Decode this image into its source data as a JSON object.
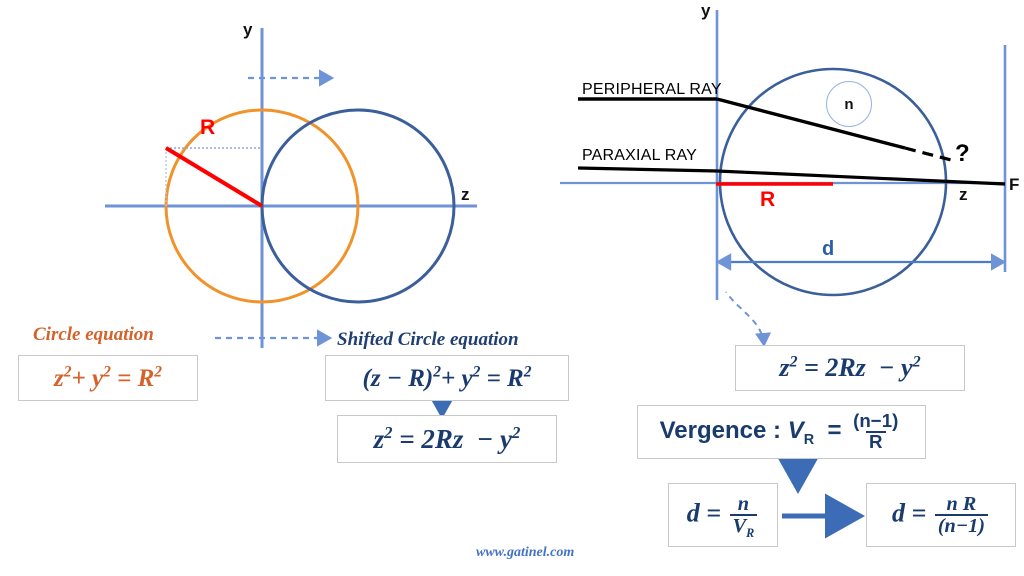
{
  "figure": {
    "title_watermark": "www.gatinel.com",
    "colors": {
      "orange": "#f0932b",
      "blue_circle": "#3a5f9a",
      "axis_blue": "#6e93d6",
      "red": "#ff0000",
      "dark_navy": "#1a3b6e",
      "black": "#000000",
      "dashed_blue": "#6e93d6"
    }
  },
  "left_panel": {
    "axis_y_label": "y",
    "axis_z_label": "z",
    "radius_label": "R",
    "caption_orange": "Circle equation",
    "caption_blue": "Shifted Circle equation",
    "equation_circle": {
      "parts": [
        "z",
        "2",
        "+",
        "y",
        "2",
        "=",
        "R",
        "2"
      ],
      "plain": "z² + y² = R²"
    },
    "equation_shifted": {
      "plain": "(z − R)² + y² = R²"
    },
    "equation_expanded": {
      "plain": "z² = 2Rz − y²"
    }
  },
  "right_panel": {
    "axis_y_label": "y",
    "axis_z_label": "z",
    "focus_label": "F",
    "index_label": "n",
    "radius_label": "R",
    "diameter_label": "d",
    "question_label": "?",
    "ray_peripheral": "PERIPHERAL RAY",
    "ray_paraxial": "PARAXIAL RAY",
    "equation_expanded": {
      "plain": "z² = 2Rz − y²"
    },
    "vergence": {
      "label": "Vergence :",
      "symbol": "V",
      "symbol_sub": "R",
      "equals": "=",
      "numerator": "(n−1)",
      "denominator": "R",
      "plain": "Vergence : V_R = (n−1)/R"
    },
    "distance_1": {
      "lhs": "d",
      "equals": "=",
      "numerator": "n",
      "denominator": "V",
      "denominator_sub": "R",
      "plain": "d = n / V_R"
    },
    "distance_2": {
      "lhs": "d",
      "equals": "=",
      "numerator": "n R",
      "denominator": "(n−1)",
      "plain": "d = nR / (n−1)"
    }
  }
}
